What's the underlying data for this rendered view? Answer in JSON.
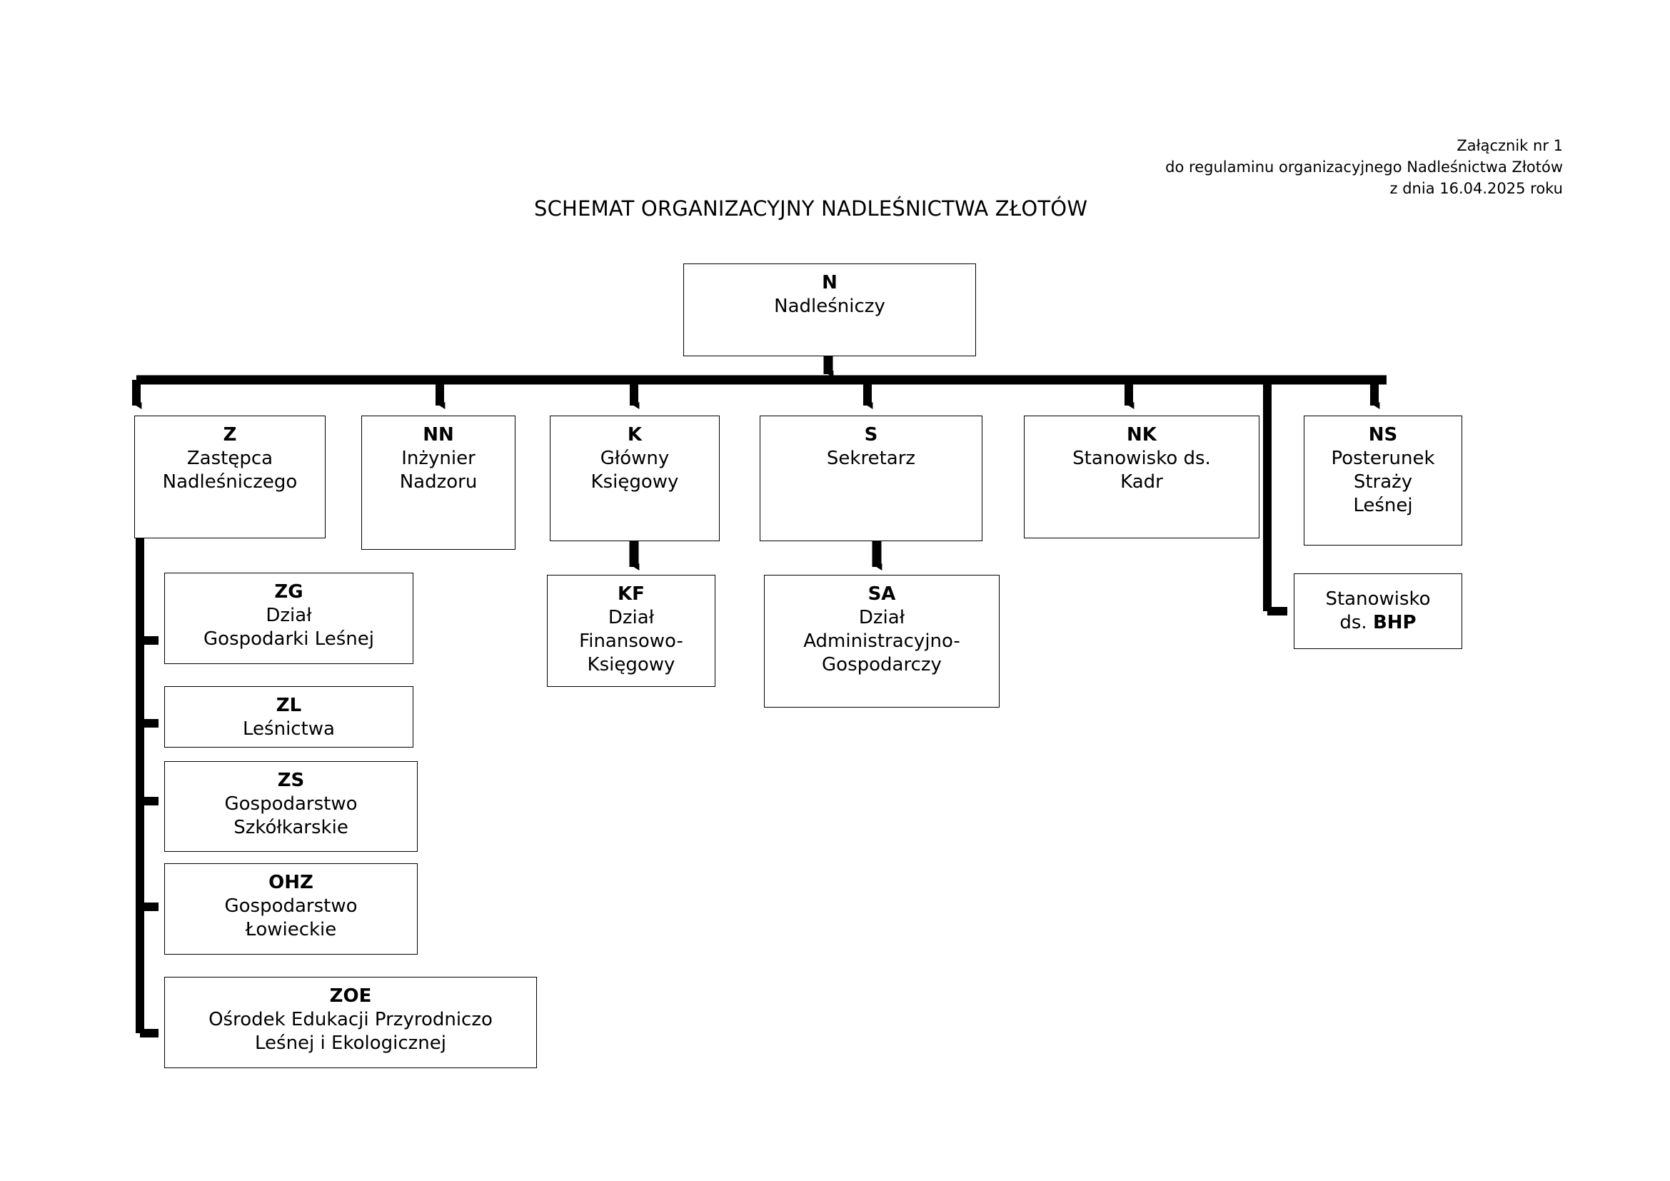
{
  "document": {
    "header_lines": [
      "Załącznik nr 1",
      "do regulaminu organizacyjnego Nadleśnictwa Złotów",
      "z dnia 16.04.2025 roku"
    ],
    "title": "SCHEMAT ORGANIZACYJNY NADLEŚNICTWA ZŁOTÓW"
  },
  "chart_data": {
    "type": "diagram",
    "subtype": "organizational-chart",
    "orientation": "top-down",
    "title": "SCHEMAT ORGANIZACYJNY NADLEŚNICTWA ZŁOTÓW",
    "nodes": [
      {
        "id": "N",
        "code": "N",
        "name": "Nadleśniczy",
        "level": 0,
        "parent": null
      },
      {
        "id": "Z",
        "code": "Z",
        "name": "Zastępca\nNadleśniczego",
        "level": 1,
        "parent": "N"
      },
      {
        "id": "NN",
        "code": "NN",
        "name": "Inżynier\nNadzoru",
        "level": 1,
        "parent": "N"
      },
      {
        "id": "K",
        "code": "K",
        "name": "Główny\nKsięgowy",
        "level": 1,
        "parent": "N"
      },
      {
        "id": "S",
        "code": "S",
        "name": "Sekretarz",
        "level": 1,
        "parent": "N"
      },
      {
        "id": "NK",
        "code": "NK",
        "name": "Stanowisko ds.\nKadr",
        "level": 1,
        "parent": "N"
      },
      {
        "id": "NS",
        "code": "NS",
        "name": "Posterunek\nStraży\nLeśnej",
        "level": 1,
        "parent": "N"
      },
      {
        "id": "ZG",
        "code": "ZG",
        "name": "Dział\nGospodarki Leśnej",
        "level": 2,
        "parent": "Z"
      },
      {
        "id": "ZL",
        "code": "ZL",
        "name": "Leśnictwa",
        "level": 2,
        "parent": "Z"
      },
      {
        "id": "ZS",
        "code": "ZS",
        "name": "Gospodarstwo\nSzkółkarskie",
        "level": 2,
        "parent": "Z"
      },
      {
        "id": "OHZ",
        "code": "OHZ",
        "name": "Gospodarstwo\nŁowieckie",
        "level": 2,
        "parent": "Z"
      },
      {
        "id": "ZOE",
        "code": "ZOE",
        "name": "Ośrodek Edukacji Przyrodniczo\nLeśnej i Ekologicznej",
        "level": 2,
        "parent": "Z"
      },
      {
        "id": "KF",
        "code": "KF",
        "name": "Dział\nFinansowo-\nKsięgowy",
        "level": 2,
        "parent": "K"
      },
      {
        "id": "SA",
        "code": "SA",
        "name": "Dział\nAdministracyjno-\nGospodarczy",
        "level": 2,
        "parent": "S"
      },
      {
        "id": "BHP",
        "code": "",
        "name": "Stanowisko\nds. BHP",
        "level": 1,
        "parent": "N",
        "bold_part": "BHP"
      }
    ],
    "edges": [
      {
        "from": "N",
        "to": "Z"
      },
      {
        "from": "N",
        "to": "NN"
      },
      {
        "from": "N",
        "to": "K"
      },
      {
        "from": "N",
        "to": "S"
      },
      {
        "from": "N",
        "to": "NK"
      },
      {
        "from": "N",
        "to": "NS"
      },
      {
        "from": "N",
        "to": "BHP"
      },
      {
        "from": "Z",
        "to": "ZG"
      },
      {
        "from": "Z",
        "to": "ZL"
      },
      {
        "from": "Z",
        "to": "ZS"
      },
      {
        "from": "Z",
        "to": "OHZ"
      },
      {
        "from": "Z",
        "to": "ZOE"
      },
      {
        "from": "K",
        "to": "KF"
      },
      {
        "from": "S",
        "to": "SA"
      }
    ],
    "line_color": "#000000",
    "box_border_color": "#000000",
    "box_fill_color": "#ffffff"
  },
  "boxes": {
    "N": {
      "code": "N",
      "name": "Nadleśniczy"
    },
    "Z": {
      "code": "Z",
      "name": "Zastępca\nNadleśniczego"
    },
    "NN": {
      "code": "NN",
      "name": "Inżynier\nNadzoru"
    },
    "K": {
      "code": "K",
      "name": "Główny\nKsięgowy"
    },
    "S": {
      "code": "S",
      "name": "Sekretarz"
    },
    "NK": {
      "code": "NK",
      "name": "Stanowisko ds.\nKadr"
    },
    "NS": {
      "code": "NS",
      "name": "Posterunek\nStraży\nLeśnej"
    },
    "ZG": {
      "code": "ZG",
      "name": "Dział\nGospodarki Leśnej"
    },
    "ZL": {
      "code": "ZL",
      "name": "Leśnictwa"
    },
    "ZS": {
      "code": "ZS",
      "name": "Gospodarstwo\nSzkółkarskie"
    },
    "OHZ": {
      "code": "OHZ",
      "name": "Gospodarstwo\nŁowieckie"
    },
    "ZOE": {
      "code": "ZOE",
      "name": "Ośrodek Edukacji Przyrodniczo\nLeśnej i Ekologicznej"
    },
    "KF": {
      "code": "KF",
      "name": "Dział\nFinansowo-\nKsięgowy"
    },
    "SA": {
      "code": "SA",
      "name": "Dział\nAdministracyjno-\nGospodarczy"
    },
    "BHP": {
      "prefix": "Stanowisko\nds. ",
      "bold": "BHP"
    }
  }
}
